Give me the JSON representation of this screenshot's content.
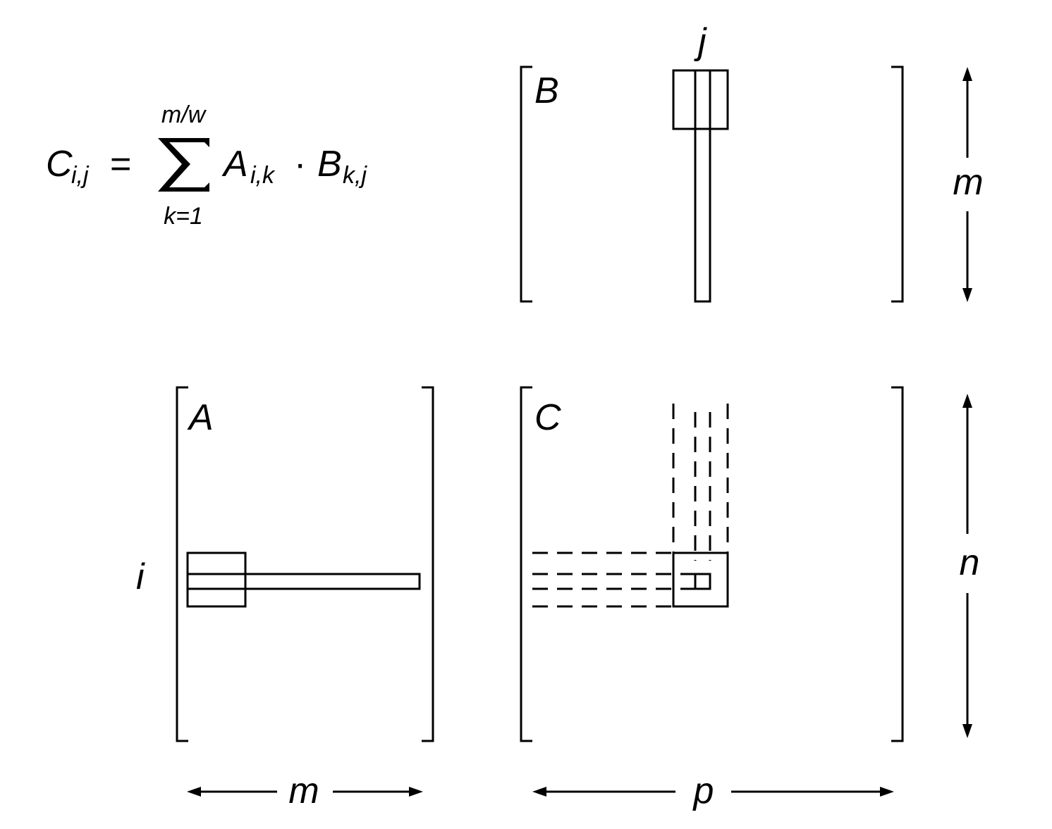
{
  "formula": {
    "lhs_symbol": "C",
    "lhs_subscript": "i,j",
    "equals": "=",
    "upper_limit": "m/w",
    "lower_limit": "k=1",
    "term_a_symbol": "A",
    "term_a_subscript": "i,k",
    "dot": "·",
    "term_b_symbol": "B",
    "term_b_subscript": "k,j"
  },
  "matrices": {
    "a": {
      "name": "A"
    },
    "b": {
      "name": "B"
    },
    "c": {
      "name": "C"
    }
  },
  "indices": {
    "row": "i",
    "column": "j"
  },
  "dimensions": {
    "b_height": "m",
    "c_height": "n",
    "a_width": "m",
    "c_width": "p"
  }
}
